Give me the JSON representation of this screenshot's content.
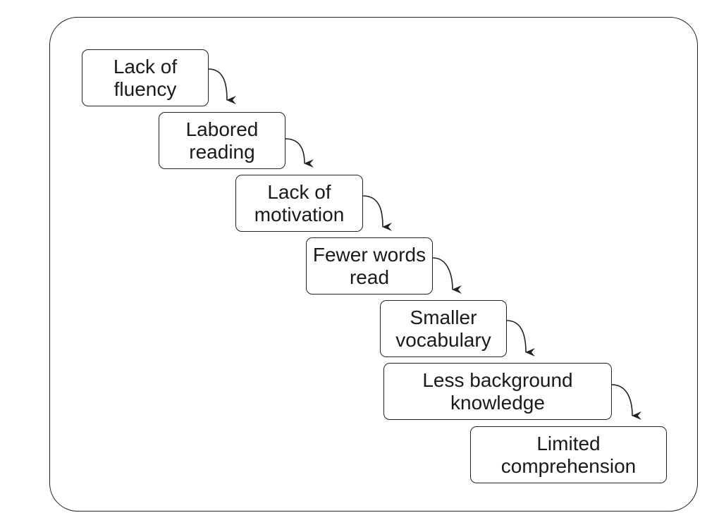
{
  "diagram": {
    "steps": [
      {
        "label": "Lack of\nfluency"
      },
      {
        "label": "Labored\nreading"
      },
      {
        "label": "Lack of\nmotivation"
      },
      {
        "label": "Fewer words\nread"
      },
      {
        "label": "Smaller\nvocabulary"
      },
      {
        "label": "Less background\nknowledge"
      },
      {
        "label": "Limited\ncomprehension"
      }
    ],
    "colors": {
      "stroke": "#222222",
      "text": "#1a1a1a",
      "background": "#ffffff"
    }
  }
}
